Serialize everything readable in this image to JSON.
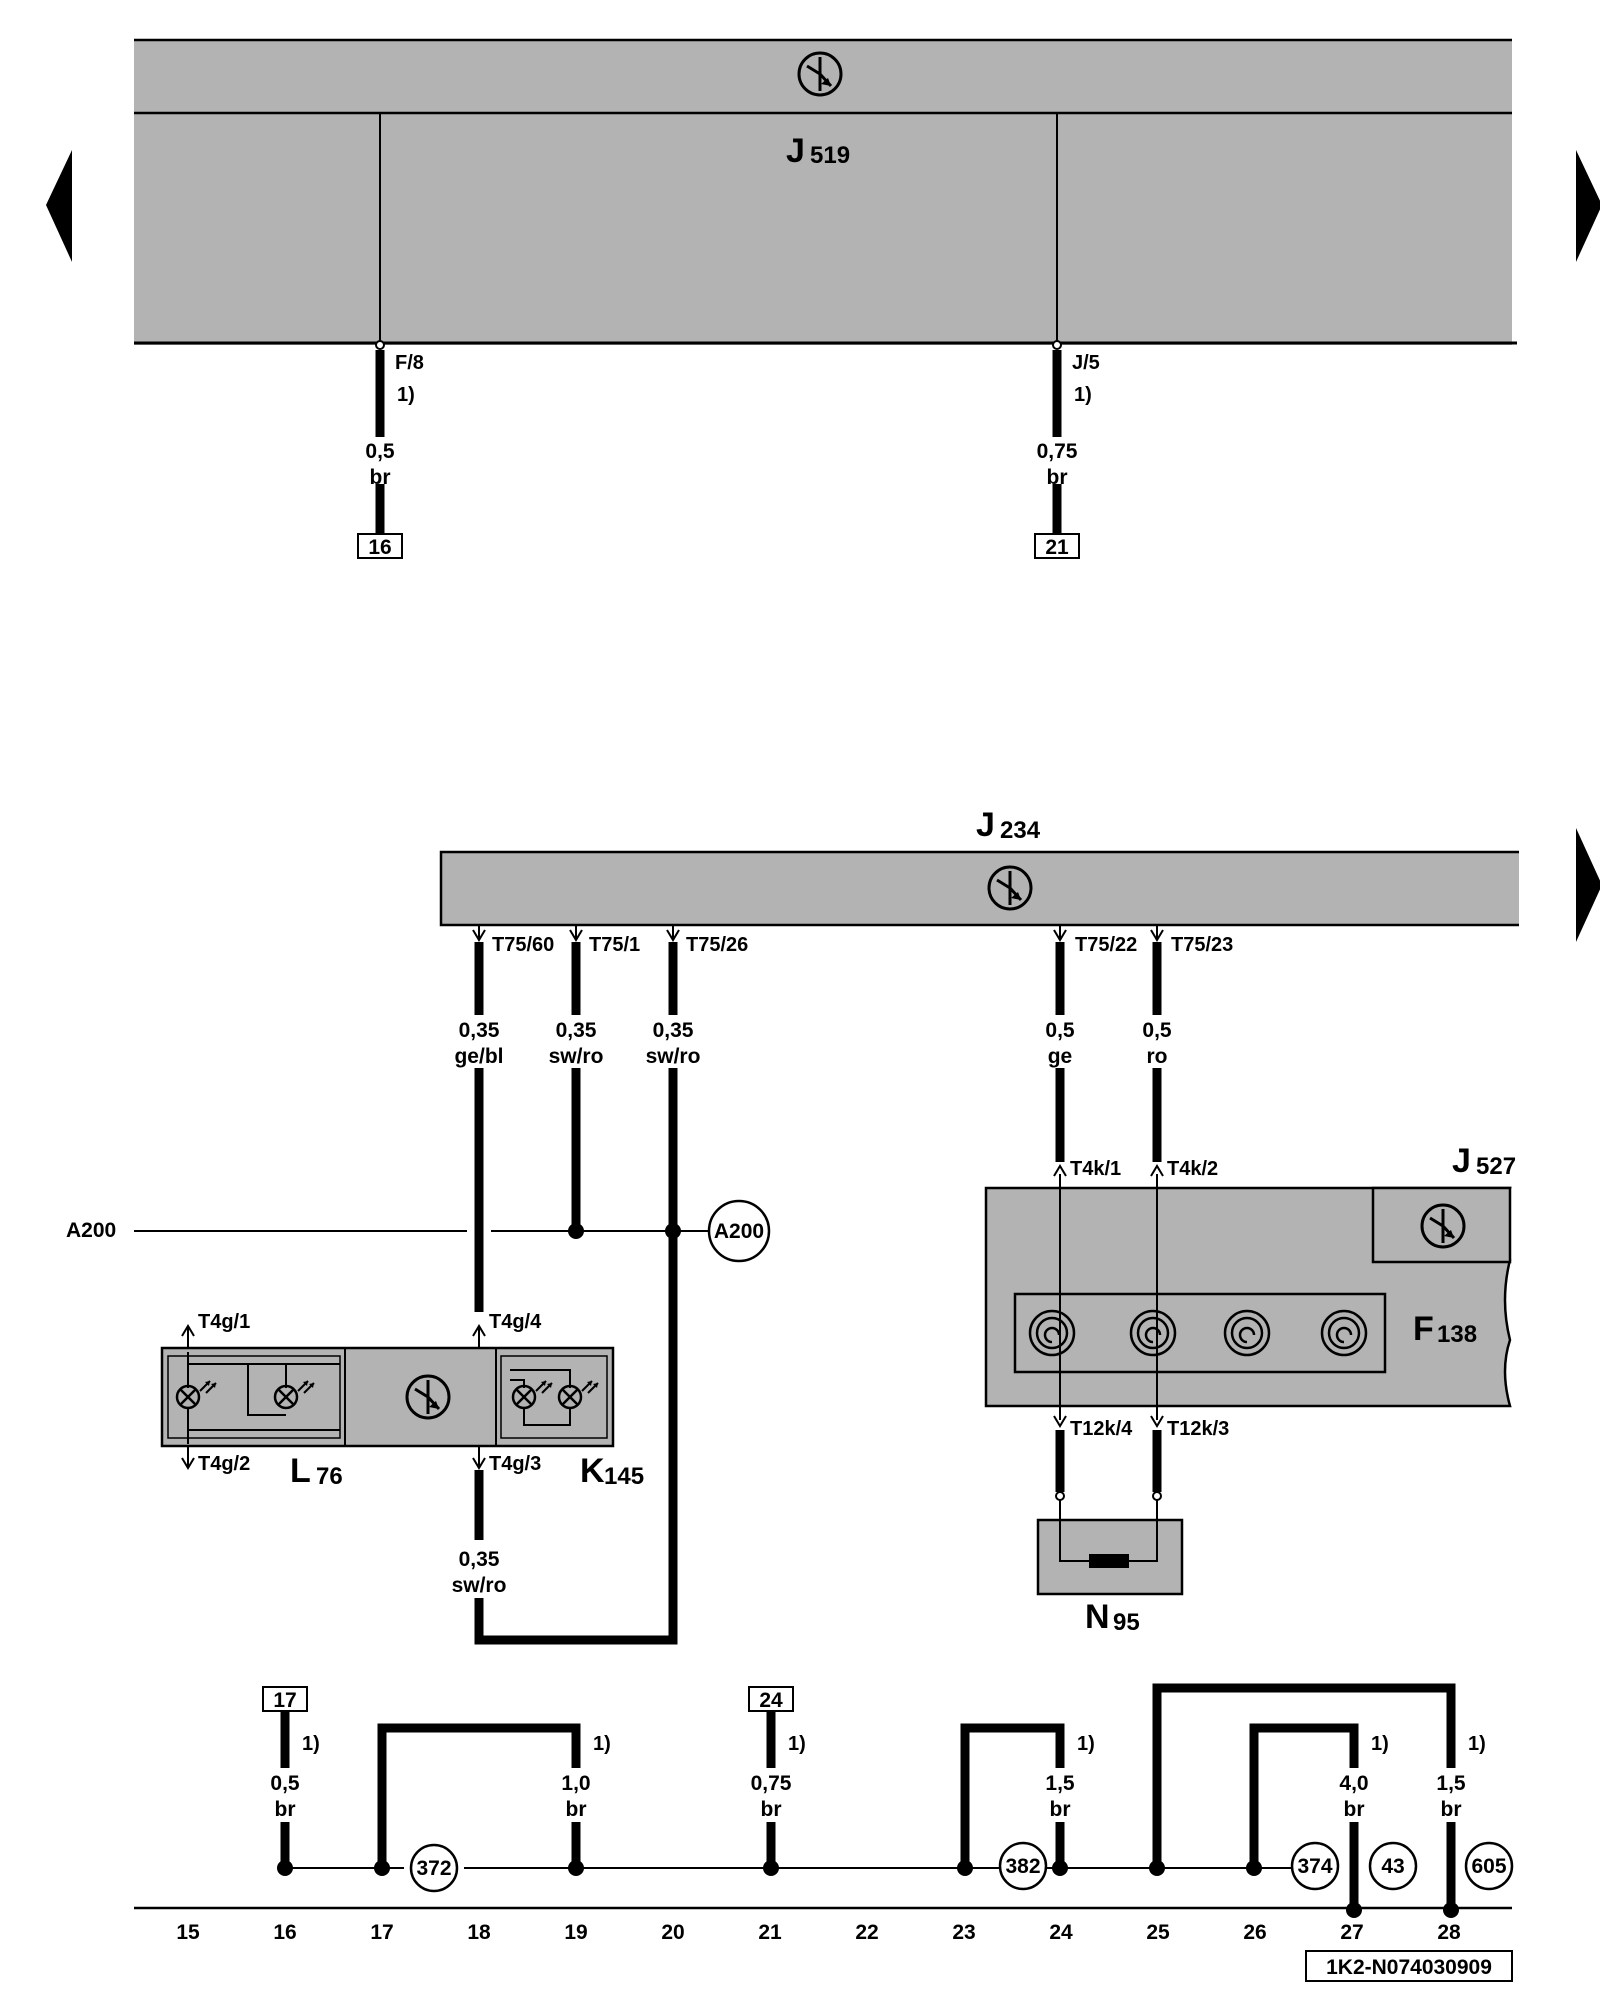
{
  "colors": {
    "module_fill": "#b3b3b3",
    "ink": "#000000",
    "background": "#ffffff"
  },
  "icons": {
    "module_symbol": "electronic-control-symbol-icon",
    "lamp": "lamp-icon",
    "coil": "coil-icon",
    "nav": "triangle-arrow-icon"
  },
  "j519": {
    "letter": "J",
    "sub": "519",
    "pins": [
      {
        "pin": "F/8",
        "note": "1)",
        "gauge": "0,5",
        "color": "br",
        "ref": "16"
      },
      {
        "pin": "J/5",
        "note": "1)",
        "gauge": "0,75",
        "color": "br",
        "ref": "21"
      }
    ]
  },
  "j234": {
    "letter": "J",
    "sub": "234",
    "pins": [
      {
        "pin": "T75/60",
        "gauge": "0,35",
        "color": "ge/bl"
      },
      {
        "pin": "T75/1",
        "gauge": "0,35",
        "color": "sw/ro"
      },
      {
        "pin": "T75/26",
        "gauge": "0,35",
        "color": "sw/ro"
      },
      {
        "pin": "T75/22",
        "gauge": "0,5",
        "color": "ge"
      },
      {
        "pin": "T75/23",
        "gauge": "0,5",
        "color": "ro"
      }
    ]
  },
  "a200": {
    "left": "A200",
    "circle": "A200"
  },
  "lamp_unit": {
    "pins": [
      "T4g/1",
      "T4g/2",
      "T4g/4",
      "T4g/3"
    ],
    "l76": {
      "letter": "L",
      "sub": "76"
    },
    "k145": {
      "letter": "K",
      "sub": "145"
    },
    "lower_gauge": "0,35",
    "lower_color": "sw/ro"
  },
  "j527": {
    "letter": "J",
    "sub": "527",
    "pins_top": [
      "T4k/1",
      "T4k/2"
    ],
    "pins_bottom": [
      "T12k/4",
      "T12k/3"
    ],
    "f138": {
      "letter": "F",
      "sub": "138"
    }
  },
  "n95": {
    "letter": "N",
    "sub": "95"
  },
  "bottom": {
    "refs": [
      "17",
      "24"
    ],
    "wires": [
      {
        "note": "1)",
        "gauge": "0,5",
        "color": "br"
      },
      {
        "note": "1)",
        "gauge": "1,0",
        "color": "br"
      },
      {
        "note": "1)",
        "gauge": "0,75",
        "color": "br"
      },
      {
        "note": "1)",
        "gauge": "1,5",
        "color": "br"
      },
      {
        "note": "1)",
        "gauge": "4,0",
        "color": "br"
      },
      {
        "note": "1)",
        "gauge": "1,5",
        "color": "br"
      }
    ],
    "circles": [
      "372",
      "382",
      "374",
      "43",
      "605"
    ],
    "tracks": [
      "15",
      "16",
      "17",
      "18",
      "19",
      "20",
      "21",
      "22",
      "23",
      "24",
      "25",
      "26",
      "27",
      "28"
    ]
  },
  "code": "1K2-N074030909"
}
